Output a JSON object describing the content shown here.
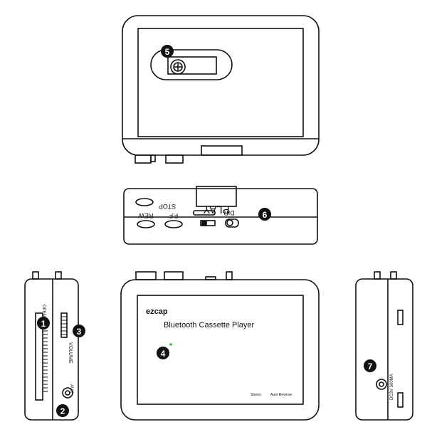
{
  "colors": {
    "line": "#111111",
    "badge": "#111111",
    "badge_text": "#ffffff",
    "led": "#2bbf4a"
  },
  "callouts": [
    "1",
    "2",
    "3",
    "4",
    "5",
    "6",
    "7"
  ],
  "top_view": {
    "labels": {
      "play": "PLAY",
      "stop": "STOP",
      "rew": "REW",
      "ff": "F.F",
      "dir": "DIR"
    }
  },
  "left_side": {
    "open": "OPEN",
    "volume": "VOLUME",
    "aux": "AUX"
  },
  "front": {
    "brand": "ezcap",
    "product": "Bluetooth Cassette Player",
    "stereo": "Stereo",
    "auto_reverse": "Auto Reverse"
  },
  "right_side": {
    "power": "DC3V 500MA"
  }
}
